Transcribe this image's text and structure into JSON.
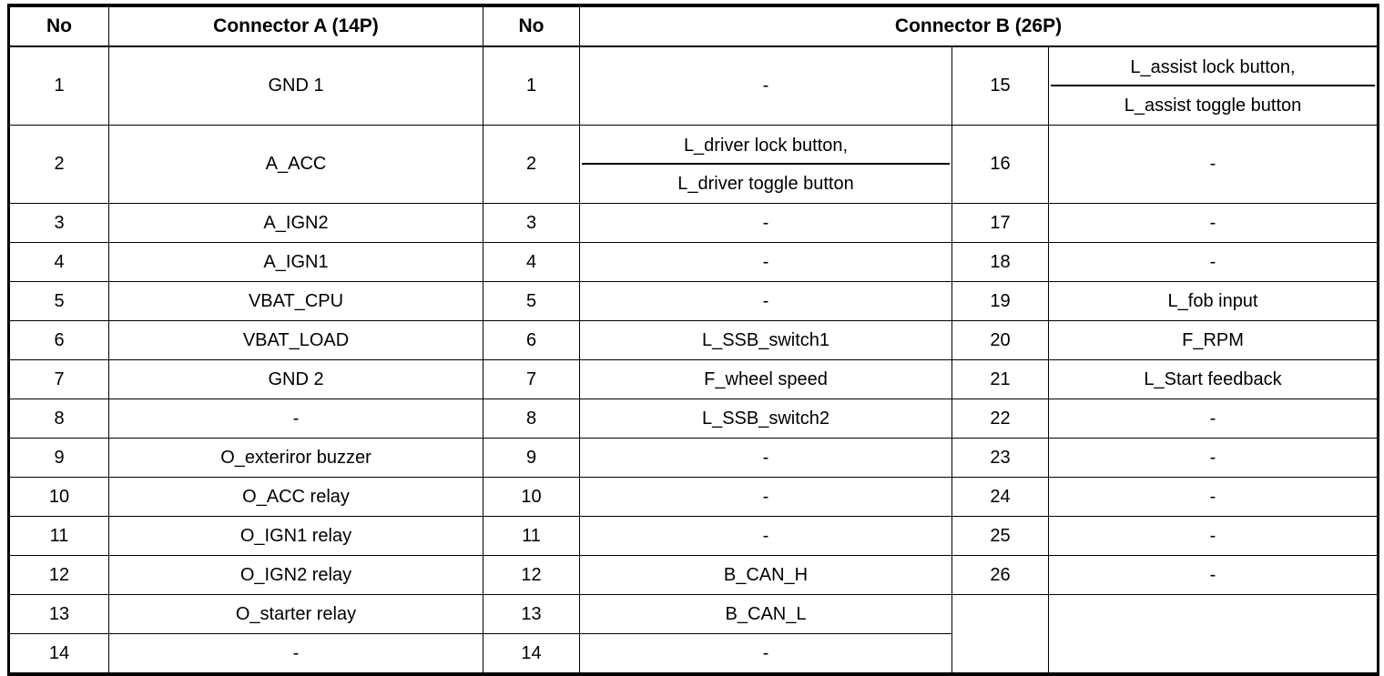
{
  "table": {
    "headers": {
      "no_a": "No",
      "connector_a": "Connector A (14P)",
      "no_b": "No",
      "connector_b": "Connector B (26P)"
    },
    "connector_a": [
      {
        "no": "1",
        "signal": "GND 1"
      },
      {
        "no": "2",
        "signal": "A_ACC"
      },
      {
        "no": "3",
        "signal": "A_IGN2"
      },
      {
        "no": "4",
        "signal": "A_IGN1"
      },
      {
        "no": "5",
        "signal": "VBAT_CPU"
      },
      {
        "no": "6",
        "signal": "VBAT_LOAD"
      },
      {
        "no": "7",
        "signal": "GND 2"
      },
      {
        "no": "8",
        "signal": "-"
      },
      {
        "no": "9",
        "signal": "O_exteriror buzzer"
      },
      {
        "no": "10",
        "signal": "O_ACC relay"
      },
      {
        "no": "11",
        "signal": "O_IGN1 relay"
      },
      {
        "no": "12",
        "signal": "O_IGN2 relay"
      },
      {
        "no": "13",
        "signal": "O_starter relay"
      },
      {
        "no": "14",
        "signal": "-"
      }
    ],
    "connector_b_left": [
      {
        "no": "1",
        "signal": "-"
      },
      {
        "no": "2",
        "signal_line1": "L_driver lock button,",
        "signal_line2": "L_driver toggle button"
      },
      {
        "no": "3",
        "signal": "-"
      },
      {
        "no": "4",
        "signal": "-"
      },
      {
        "no": "5",
        "signal": "-"
      },
      {
        "no": "6",
        "signal": "L_SSB_switch1"
      },
      {
        "no": "7",
        "signal": "F_wheel speed"
      },
      {
        "no": "8",
        "signal": "L_SSB_switch2"
      },
      {
        "no": "9",
        "signal": "-"
      },
      {
        "no": "10",
        "signal": "-"
      },
      {
        "no": "11",
        "signal": "-"
      },
      {
        "no": "12",
        "signal": "B_CAN_H"
      },
      {
        "no": "13",
        "signal": "B_CAN_L"
      },
      {
        "no": "14",
        "signal": "-"
      }
    ],
    "connector_b_right": [
      {
        "no": "15",
        "signal_line1": "L_assist lock button,",
        "signal_line2": "L_assist toggle button"
      },
      {
        "no": "16",
        "signal": "-"
      },
      {
        "no": "17",
        "signal": "-"
      },
      {
        "no": "18",
        "signal": "-"
      },
      {
        "no": "19",
        "signal": "L_fob input"
      },
      {
        "no": "20",
        "signal": "F_RPM"
      },
      {
        "no": "21",
        "signal": "L_Start feedback"
      },
      {
        "no": "22",
        "signal": "-"
      },
      {
        "no": "23",
        "signal": "-"
      },
      {
        "no": "24",
        "signal": "-"
      },
      {
        "no": "25",
        "signal": "-"
      },
      {
        "no": "26",
        "signal": "-"
      }
    ]
  }
}
